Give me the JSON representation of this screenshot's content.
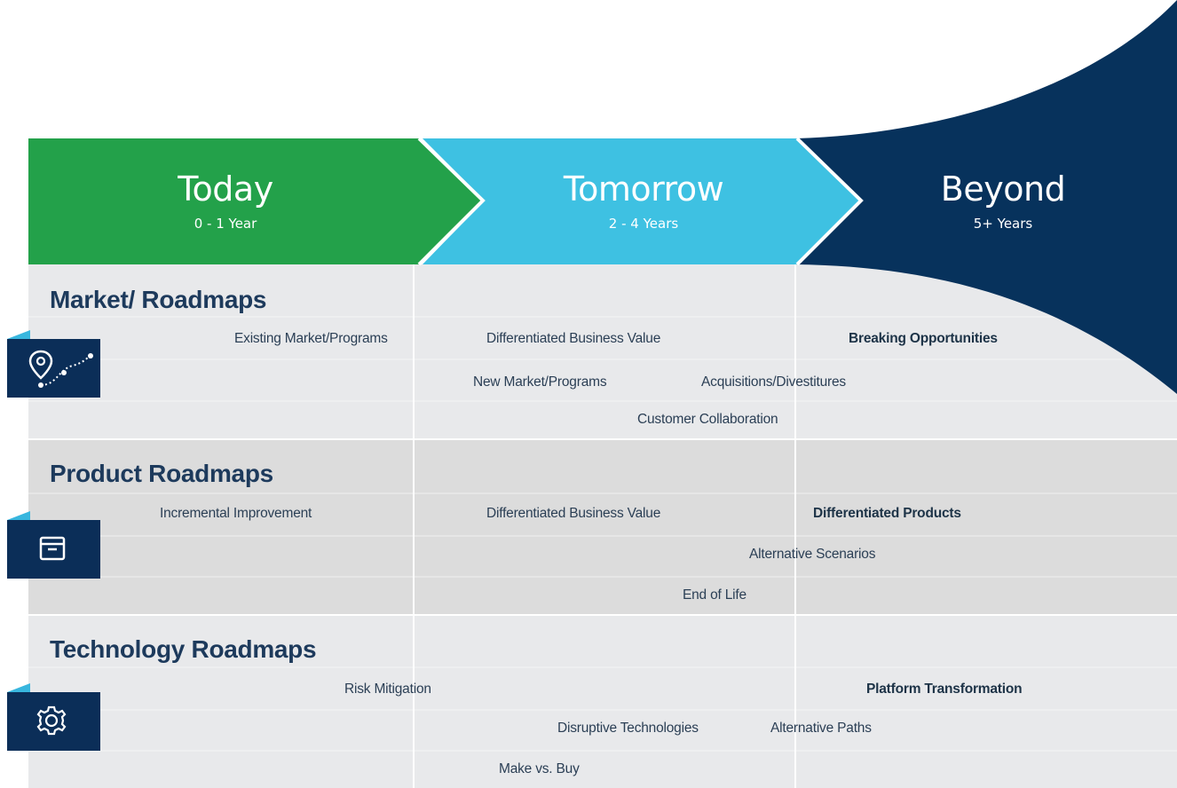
{
  "phases": {
    "today": {
      "title": "Today",
      "sub": "0 - 1 Year",
      "color": "#23a14a"
    },
    "tomorrow": {
      "title": "Tomorrow",
      "sub": "2 - 4 Years",
      "color": "#3ec1e2"
    },
    "beyond": {
      "title": "Beyond",
      "sub": "5+ Years",
      "color": "#07325c"
    }
  },
  "sections": {
    "market": {
      "title": "Market/ Roadmaps",
      "icon": "route-pin-icon",
      "items": {
        "existing": "Existing Market/Programs",
        "diff_value": "Differentiated  Business  Value",
        "breaking": "Breaking  Opportunities",
        "new_market": "New Market/Programs",
        "acquisitions": "Acquisitions/Divestitures",
        "collaboration": "Customer  Collaboration"
      }
    },
    "product": {
      "title": "Product Roadmaps",
      "icon": "box-archive-icon",
      "items": {
        "incremental": "Incremental  Improvement",
        "diff_value": "Differentiated  Business  Value",
        "diff_products": "Differentiated  Products",
        "alt_scenarios": "Alternative  Scenarios",
        "end_of_life": "End  of Life"
      }
    },
    "technology": {
      "title": "Technology Roadmaps",
      "icon": "gear-icon",
      "items": {
        "risk": "Risk Mitigation",
        "platform": "Platform  Transformation",
        "disruptive": "Disruptive  Technologies",
        "alt_paths": "Alternative  Paths",
        "make_buy": "Make  vs. Buy"
      }
    }
  },
  "colors": {
    "row_light": "#e8e9eb",
    "row_dark": "#dcdcdc",
    "title_text": "#1d3a5c",
    "icon_bg": "#0b2e58",
    "icon_ear": "#38b6de"
  }
}
